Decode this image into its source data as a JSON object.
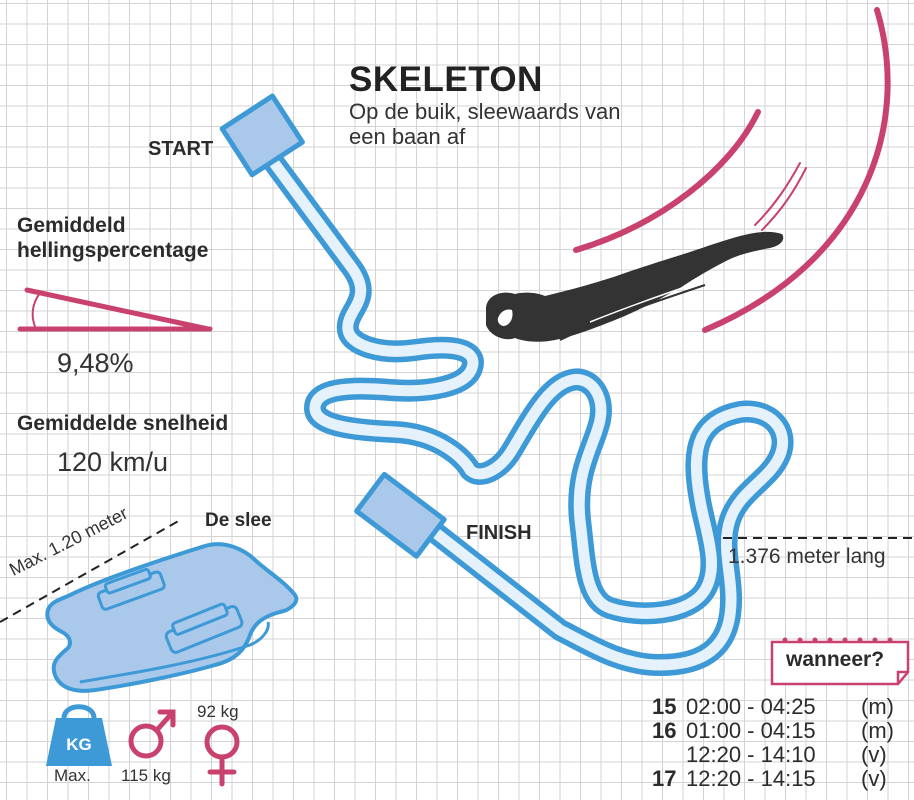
{
  "title": "SKELETON",
  "subtitle": "Op de buik, sleewaards van een baan af",
  "track": {
    "start_label": "START",
    "finish_label": "FINISH",
    "length_label": "1.376 meter lang"
  },
  "slope": {
    "title": "Gemiddeld hellingspercentage",
    "value": "9,48%"
  },
  "speed": {
    "title": "Gemiddelde snelheid",
    "value": "120 km/u"
  },
  "sled": {
    "title": "De slee",
    "dimension_label": "Max. 1.20 meter"
  },
  "weights": {
    "kg_icon_text": "KG",
    "max_label": "Max.",
    "male_weight": "115 kg",
    "female_weight": "92 kg"
  },
  "schedule": {
    "heading": "wanneer?",
    "rows": [
      {
        "day": "15",
        "time": "02:00 - 04:25",
        "category": "(m)"
      },
      {
        "day": "16",
        "time": "01:00 - 04:15",
        "category": "(m)"
      },
      {
        "day": "",
        "time": "12:20 - 14:10",
        "category": "(v)"
      },
      {
        "day": "17",
        "time": "12:20 - 14:15",
        "category": "(v)"
      }
    ]
  },
  "colors": {
    "track_blue": "#3d9ad6",
    "track_light": "#e6f2fb",
    "box_fill": "#a9c8ea",
    "accent_pink": "#c9416d",
    "athlete": "#333333",
    "sled_fill": "#a9c8ea"
  },
  "icons": [
    "kg-weight-icon",
    "male-symbol-icon",
    "female-symbol-icon",
    "athlete-silhouette-icon",
    "sled-icon"
  ]
}
